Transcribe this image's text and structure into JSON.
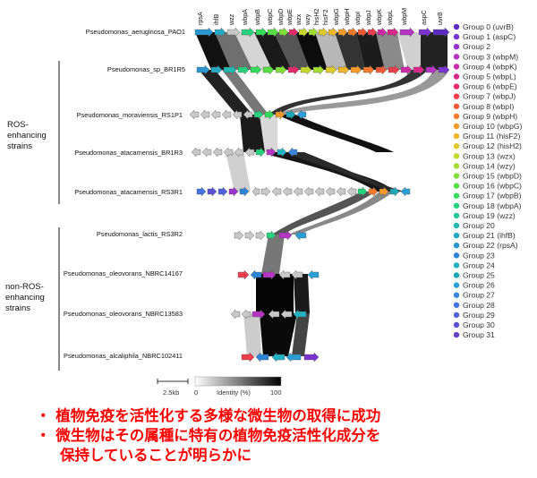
{
  "strains": [
    "Pseudomonas_aeruginosa_PAO1",
    "Pseudomonas_sp_BR1R5",
    "Pseudomonas_moraviensis_RS1P1",
    "Pseudomonas_atacamensis_BR1R3",
    "Pseudomonas_atacamensis_RS3R1",
    "Pseudomonas_lactis_RS3R2",
    "Pseudomonas_oleovorans_NBRC14167",
    "Pseudomonas_oleovorans_NBRC13583",
    "Pseudomonas_alcaliphila_NBRC102411"
  ],
  "gene_labels": [
    "rpsA",
    "ihfB",
    "wzz",
    "wbpA",
    "wbpB",
    "wbpC",
    "wbpD",
    "wbpE",
    "wzx",
    "wzy",
    "hisH2",
    "hisF2",
    "wbpG",
    "wbpH",
    "wbpI",
    "wbpJ",
    "wbpK",
    "wbpL",
    "wbpM",
    "aspC",
    "uvrB"
  ],
  "groups": [
    {
      "label": "Group 0 (uvrB)",
      "color": "#5b2bc4"
    },
    {
      "label": "Group 1 (aspC)",
      "color": "#7a33cf"
    },
    {
      "label": "Group 2",
      "color": "#9a34cc"
    },
    {
      "label": "Group 3 (wbpM)",
      "color": "#b534c4"
    },
    {
      "label": "Group 4 (wbpK)",
      "color": "#cc2aa8"
    },
    {
      "label": "Group 5 (wbpL)",
      "color": "#d8288c"
    },
    {
      "label": "Group 6 (wbpE)",
      "color": "#e52b6c"
    },
    {
      "label": "Group 7 (wbpJ)",
      "color": "#ee3e4c"
    },
    {
      "label": "Group 8 (wbpI)",
      "color": "#f15a37"
    },
    {
      "label": "Group 9 (wbpH)",
      "color": "#f57a2c"
    },
    {
      "label": "Group 10 (wbpG)",
      "color": "#f69a29"
    },
    {
      "label": "Group 11 (hisF2)",
      "color": "#efb62a"
    },
    {
      "label": "Group 12 (hisH2)",
      "color": "#dfcb2c"
    },
    {
      "label": "Group 13 (wzx)",
      "color": "#c4d82e"
    },
    {
      "label": "Group 14 (wzy)",
      "color": "#a2dd32"
    },
    {
      "label": "Group 15 (wbpD)",
      "color": "#7fdf38"
    },
    {
      "label": "Group 16 (wbpC)",
      "color": "#57e044"
    },
    {
      "label": "Group 17 (wbpB)",
      "color": "#34dc5c"
    },
    {
      "label": "Group 18 (wbpA)",
      "color": "#26d37c"
    },
    {
      "label": "Group 19 (wzz)",
      "color": "#23c79a"
    },
    {
      "label": "Group 20",
      "color": "#22b8b3"
    },
    {
      "label": "Group 21 (ihfB)",
      "color": "#24a8c4"
    },
    {
      "label": "Group 22 (rpsA)",
      "color": "#2896d0"
    },
    {
      "label": "Group 23",
      "color": "#2c84d8"
    },
    {
      "label": "Group 24",
      "color": "#1fb3c3"
    },
    {
      "label": "Group 25",
      "color": "#1aa8b6"
    },
    {
      "label": "Group 26",
      "color": "#2a9fd6"
    },
    {
      "label": "Group 27",
      "color": "#3a86de"
    },
    {
      "label": "Group 28",
      "color": "#4574e0"
    },
    {
      "label": "Group 29",
      "color": "#4f63dc"
    },
    {
      "label": "Group 30",
      "color": "#5a52d4"
    },
    {
      "label": "Group 31",
      "color": "#6640c8"
    }
  ],
  "side_labels": {
    "ros": [
      "ROS-",
      "enhancing",
      "strains"
    ],
    "non_ros": [
      "non-ROS-",
      "enhancing",
      "strains"
    ]
  },
  "scale": {
    "length_label": "2.5kb",
    "identity_min": "0",
    "identity_label": "Identity (%)",
    "identity_max": "100"
  },
  "japanese": {
    "line1": "・ 植物免疫を活性化する多様な微生物の取得に成功",
    "line2": "・ 微生物はその属種に特有の植物免疫活性化成分を",
    "line3": "保持していることが明らかに"
  }
}
